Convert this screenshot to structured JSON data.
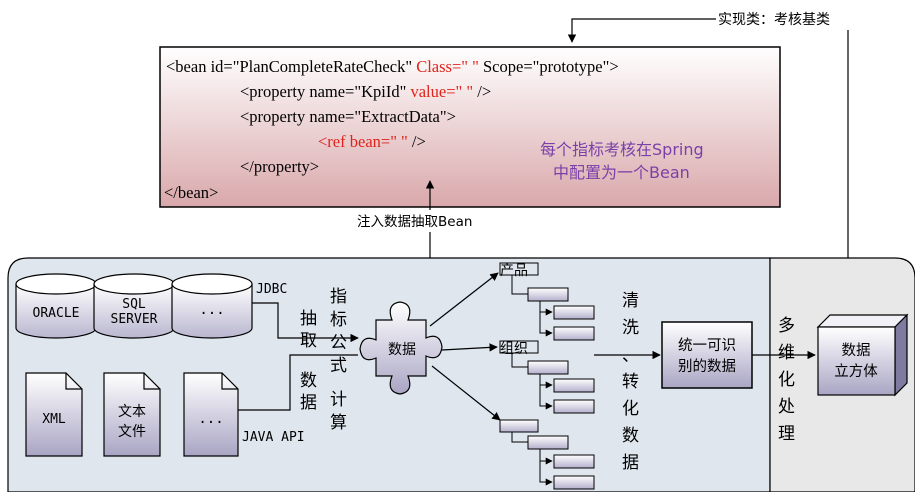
{
  "top_note": "实现类：考核基类",
  "bean_config": {
    "line1_part1": "<bean id=\"PlanCompleteRateCheck\" ",
    "line1_class": "Class=\"   \"",
    "line1_part2": " Scope=\"prototype\">",
    "line2_part1": "<property name=\"KpiId\" ",
    "line2_value": "value=\"   \"",
    "line2_part2": " />",
    "line3": "<property name=\"ExtractData\">",
    "line4_ref": "<ref bean=\"   \"",
    "line4_end": " />",
    "line5": "</property>",
    "line6": "</bean>",
    "note_line1": "每个指标考核在Spring",
    "note_line2": "中配置为一个Bean"
  },
  "inject_label": "注入数据抽取Bean",
  "databases": [
    "ORACLE",
    "SQL",
    "SERVER",
    "..."
  ],
  "files": [
    "XML",
    "文本",
    "文件",
    "..."
  ],
  "jdbc_label": "JDBC",
  "java_api_label": "JAVA API",
  "extract_col1": [
    "抽",
    "取",
    "数",
    "据"
  ],
  "extract_col2": [
    "指",
    "标",
    "公",
    "式",
    "计",
    "算"
  ],
  "puzzle_label": "数据",
  "tree_labels": [
    "产品",
    "组织"
  ],
  "clean_label": [
    "清",
    "洗",
    "、",
    "转",
    "化",
    "数",
    "据"
  ],
  "unified_box": [
    "统一可识",
    "别的数据"
  ],
  "multi_dim": [
    "多",
    "维",
    "化",
    "处",
    "理"
  ],
  "cube_label": [
    "数据",
    "立方体"
  ],
  "colors": {
    "red_text": "#e0231b",
    "purple_text": "#7b3fa8",
    "bean_grad_top": "#ffffff",
    "bean_grad_bottom": "#dcaeb0",
    "panel_fill": "#dfe6ee",
    "right_panel_fill": "#e8e8e8",
    "box_fill": "#c7c3da"
  }
}
